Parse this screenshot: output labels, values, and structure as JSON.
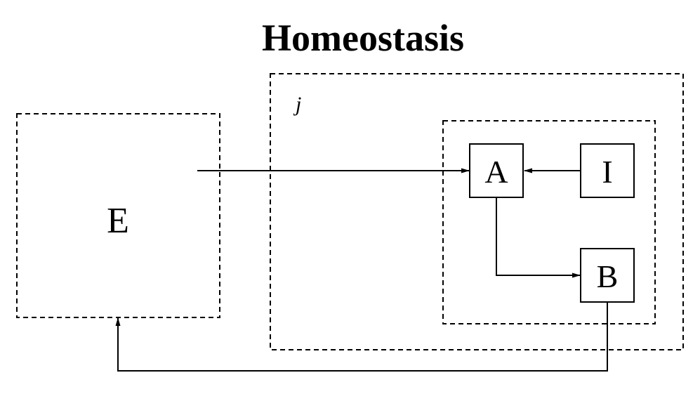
{
  "diagram": {
    "title": "Homeostasis",
    "nodes": {
      "E": "E",
      "A": "A",
      "I": "I",
      "B": "B"
    },
    "container_label": "j",
    "edges": [
      {
        "from": "E",
        "to": "A"
      },
      {
        "from": "I",
        "to": "A"
      },
      {
        "from": "A",
        "to": "B"
      },
      {
        "from": "B",
        "to": "E"
      }
    ]
  }
}
